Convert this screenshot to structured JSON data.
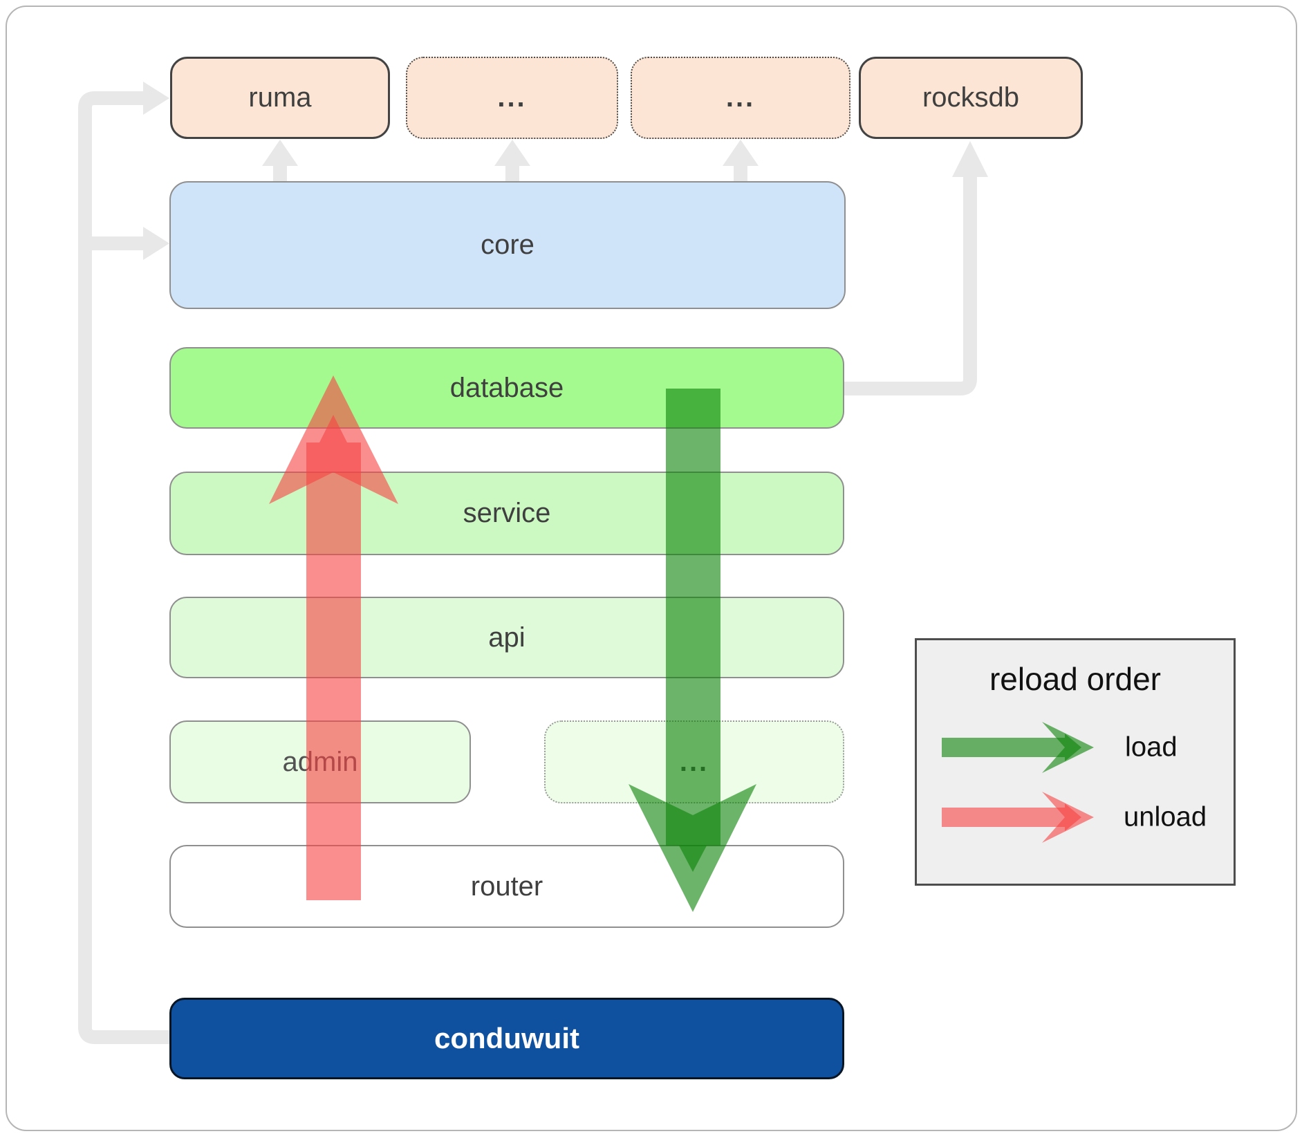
{
  "nodes": {
    "ruma": "ruma",
    "dots1": "...",
    "dots2": "...",
    "rocksdb": "rocksdb",
    "core": "core",
    "database": "database",
    "service": "service",
    "api": "api",
    "admin": "admin",
    "dots3": "...",
    "router": "router",
    "conduwuit": "conduwuit"
  },
  "legend": {
    "title": "reload order",
    "load_label": "load",
    "unload_label": "unload"
  },
  "flows": [
    {
      "name": "load",
      "color": "#0a8207",
      "direction": "down",
      "from": "database",
      "to": "router"
    },
    {
      "name": "unload",
      "color": "#f74343",
      "direction": "up",
      "from": "router",
      "to": "database"
    }
  ],
  "edges": [
    {
      "from": "conduwuit",
      "to": "ruma"
    },
    {
      "from": "conduwuit",
      "to": "core"
    },
    {
      "from": "core",
      "to": "ruma"
    },
    {
      "from": "core",
      "to": "dots1"
    },
    {
      "from": "core",
      "to": "dots2"
    },
    {
      "from": "database",
      "to": "rocksdb"
    }
  ],
  "colors": {
    "dependency_box": "#fce5d4",
    "core_box": "#d0e4f9",
    "database_box": "#a4fa8e",
    "service_box": "#ccf9c2",
    "api_box": "#defad8",
    "admin_box": "#e9fce4",
    "router_box": "#ffffff",
    "conduwuit_box": "#10519f",
    "connector": "#e8e8e8",
    "load_arrow": "#0a8207",
    "unload_arrow": "#f74343",
    "legend_bg": "#efefef"
  }
}
